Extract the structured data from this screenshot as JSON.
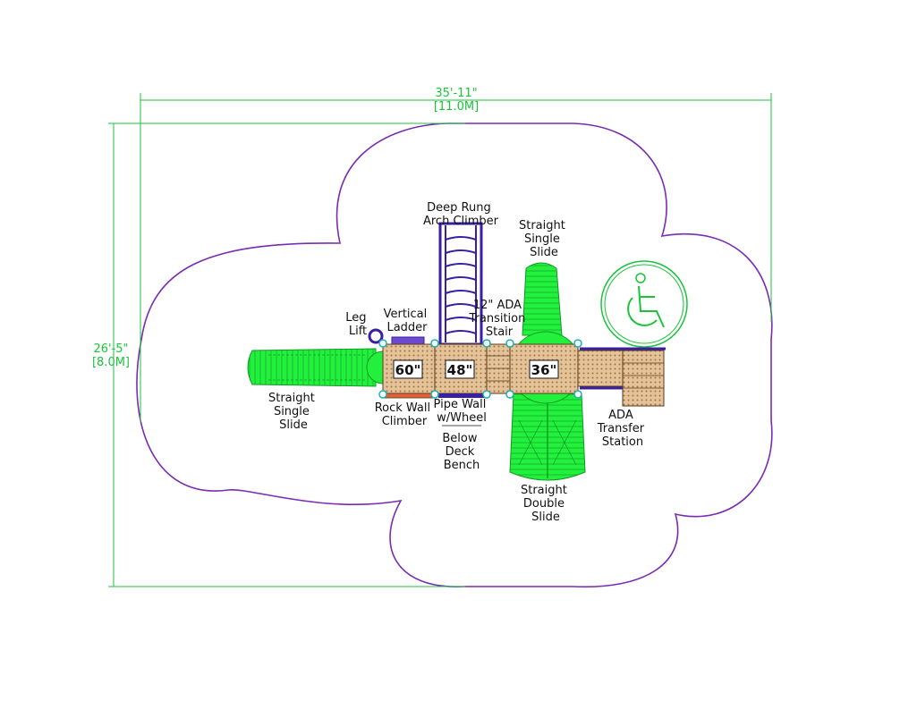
{
  "dimensions": {
    "width_ft": "35'-11\"",
    "width_m": "[11.0M]",
    "depth_ft": "26'-5\"",
    "depth_m": "[8.0M]"
  },
  "decks": [
    {
      "label": "60\""
    },
    {
      "label": "48\""
    },
    {
      "label": "36\""
    }
  ],
  "components": {
    "deep_rung_arch_climber": [
      "Deep Rung",
      "Arch Climber"
    ],
    "straight_single_slide_top": [
      "Straight",
      "Single",
      "Slide"
    ],
    "leg_lift": [
      "Leg",
      "Lift"
    ],
    "vertical_ladder": [
      "Vertical",
      "Ladder"
    ],
    "transition_stair": [
      "12\" ADA",
      "Transition",
      "Stair"
    ],
    "straight_single_slide_left": [
      "Straight",
      "Single",
      "Slide"
    ],
    "rock_wall_climber": [
      "Rock Wall",
      "Climber"
    ],
    "pipe_wall_wheel": [
      "Pipe Wall",
      "w/Wheel"
    ],
    "below_deck_bench": [
      "Below",
      "Deck",
      "Bench"
    ],
    "straight_double_slide": [
      "Straight",
      "Double",
      "Slide"
    ],
    "ada_transfer_station": [
      "ADA",
      "Transfer",
      "Station"
    ]
  },
  "icons": {
    "accessibility": "wheelchair-icon"
  },
  "colors": {
    "dimension": "#19c43a",
    "boundary": "#7a2bb3",
    "slide": "#22f03c",
    "deck": "#d7b48a",
    "frame": "#3a1fa0",
    "post": "#19b3b3"
  }
}
